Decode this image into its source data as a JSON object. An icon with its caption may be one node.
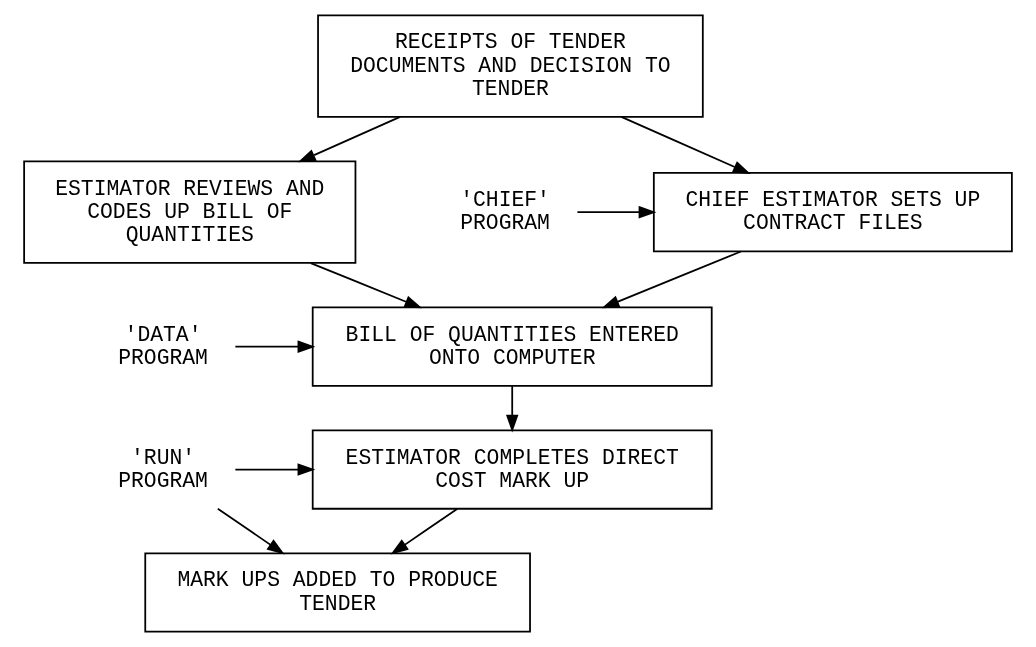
{
  "diagram": {
    "nodes": [
      {
        "text": [
          "RECEIPTS OF TENDER DOCUMENTS AND DECISION TO TENDER"
        ]
      },
      {
        "text": [
          "ESTIMATOR REVIEWS AND CODES UP BILL OF QUANTITIES"
        ]
      },
      {
        "text": [
          "'CHIEF' PROGRAM"
        ]
      },
      {
        "text": [
          "CHIEF ESTIMATOR SETS UP CONTRACT FILES"
        ]
      },
      {
        "text": [
          "'DATA' PROGRAM"
        ]
      },
      {
        "text": [
          "BILL OF QUANTITIES ENTERED ONTO COMPUTER"
        ]
      },
      {
        "text": [
          "'RUN' PROGRAM"
        ]
      },
      {
        "text": [
          "ESTIMATOR COMPLETES DIRECT COST MARK UP"
        ]
      },
      {
        "text": [
          "MARK UPS ADDED TO PRODUCE TENDER"
        ]
      }
    ],
    "edges": [
      {
        "from": 0,
        "to": 1,
        "arrow": "to"
      },
      {
        "from": 0,
        "to": 3,
        "arrow": "to"
      },
      {
        "from": 2,
        "to": 3,
        "arrow": "to"
      },
      {
        "from": 3,
        "to": 5,
        "arrow": "to"
      },
      {
        "from": 1,
        "to": 5,
        "arrow": "to"
      },
      {
        "from": 4,
        "to": 5,
        "arrow": "to"
      },
      {
        "from": 5,
        "to": 7,
        "arrow": "to"
      },
      {
        "from": 6,
        "to": 7,
        "arrow": "to"
      },
      {
        "from": 7,
        "to": 8,
        "arrow": "to"
      },
      {
        "from": 6,
        "to": 8,
        "arrow": "to"
      }
    ]
  }
}
